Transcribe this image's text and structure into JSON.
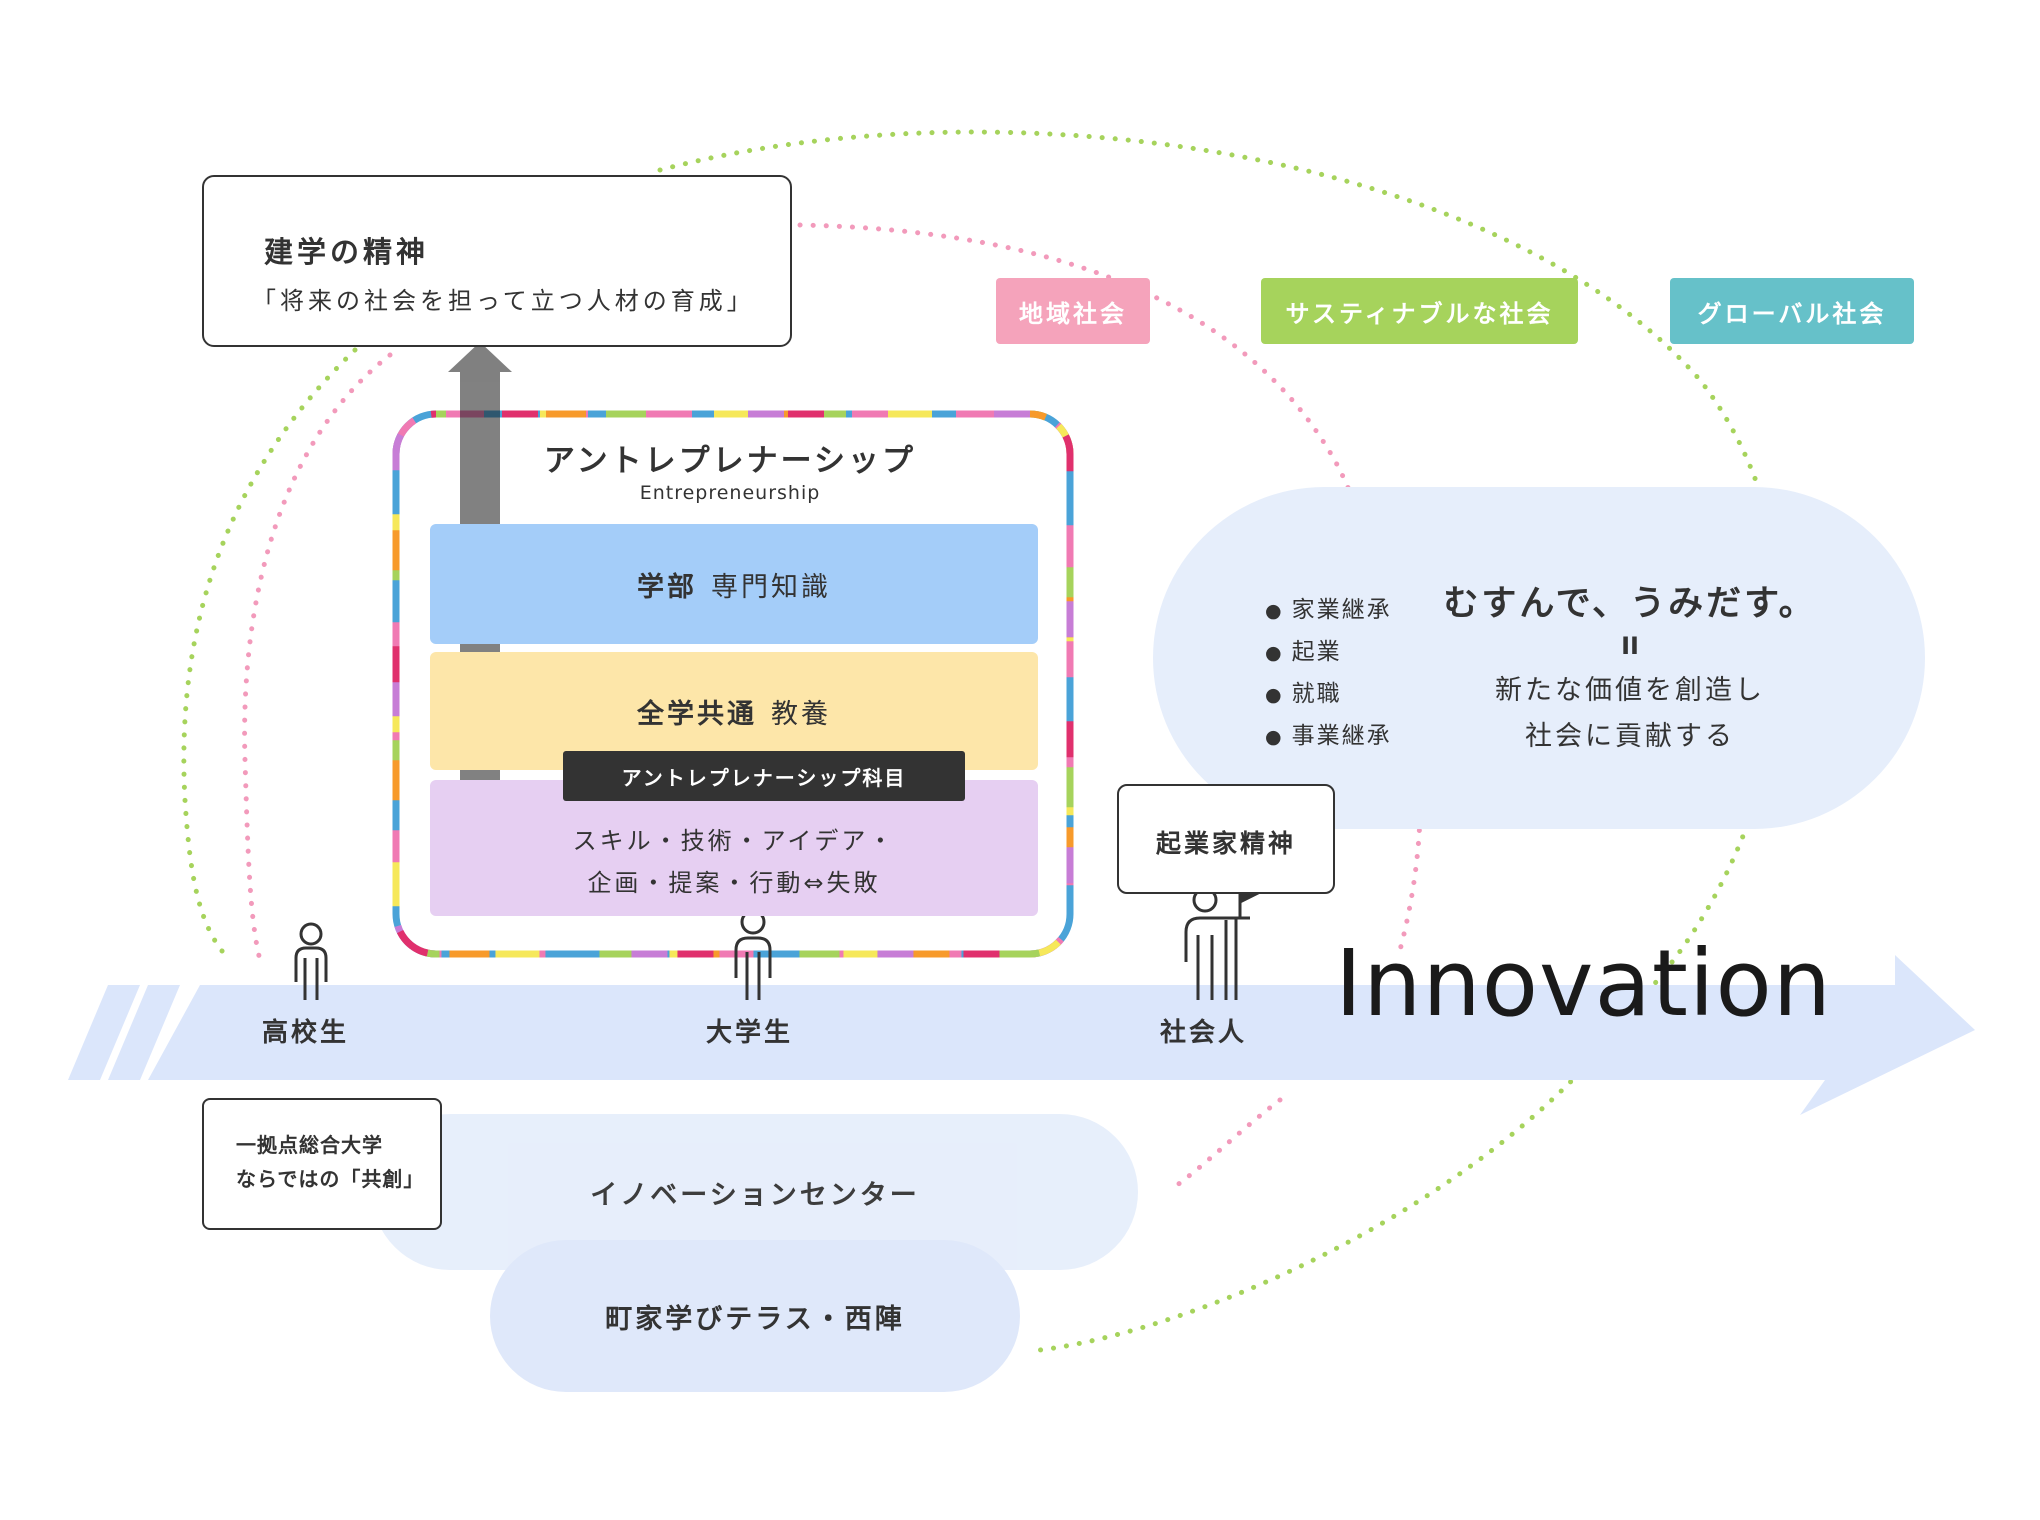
{
  "founding": {
    "title": "建学の精神",
    "motto": "「将来の社会を担って立つ人材の育成」"
  },
  "society_tags": [
    {
      "label": "地域社会",
      "color": "#f5a3bb"
    },
    {
      "label": "サスティナブルな社会",
      "color": "#a6d35c"
    },
    {
      "label": "グローバル社会",
      "color": "#66c1c9"
    }
  ],
  "entrepreneurship": {
    "title": "アントレプレナーシップ",
    "subtitle": "Entrepreneurship",
    "layers": [
      {
        "bold": "学部",
        "text": "専門知識",
        "color": "#a4cdf9"
      },
      {
        "bold": "全学共通",
        "text": "教養",
        "color": "#fde6a9"
      }
    ],
    "course_label": "アントレプレナーシップ科目",
    "skills": [
      "スキル・技術・アイデア・",
      "企画・提案・行動⇔失敗"
    ],
    "skills_color": "#e6cff2"
  },
  "concept": {
    "bullets": [
      "家業継承",
      "起業",
      "就職",
      "事業継承"
    ],
    "slogan": "むすんで、うみだす。",
    "equals": "II",
    "outcome": [
      "新たな価値を創造し",
      "社会に貢献する"
    ]
  },
  "spirit_label": "起業家精神",
  "timeline": {
    "stages": [
      "高校生",
      "大学生",
      "社会人"
    ],
    "innovation": "Innovation",
    "arrow_color": "#dbe6fb"
  },
  "hub": {
    "lines": [
      "一拠点総合大学",
      "ならではの「共創」"
    ]
  },
  "facilities": {
    "innovation_center": "イノベーションセンター",
    "terrace": "町家学びテラス・西陣"
  }
}
